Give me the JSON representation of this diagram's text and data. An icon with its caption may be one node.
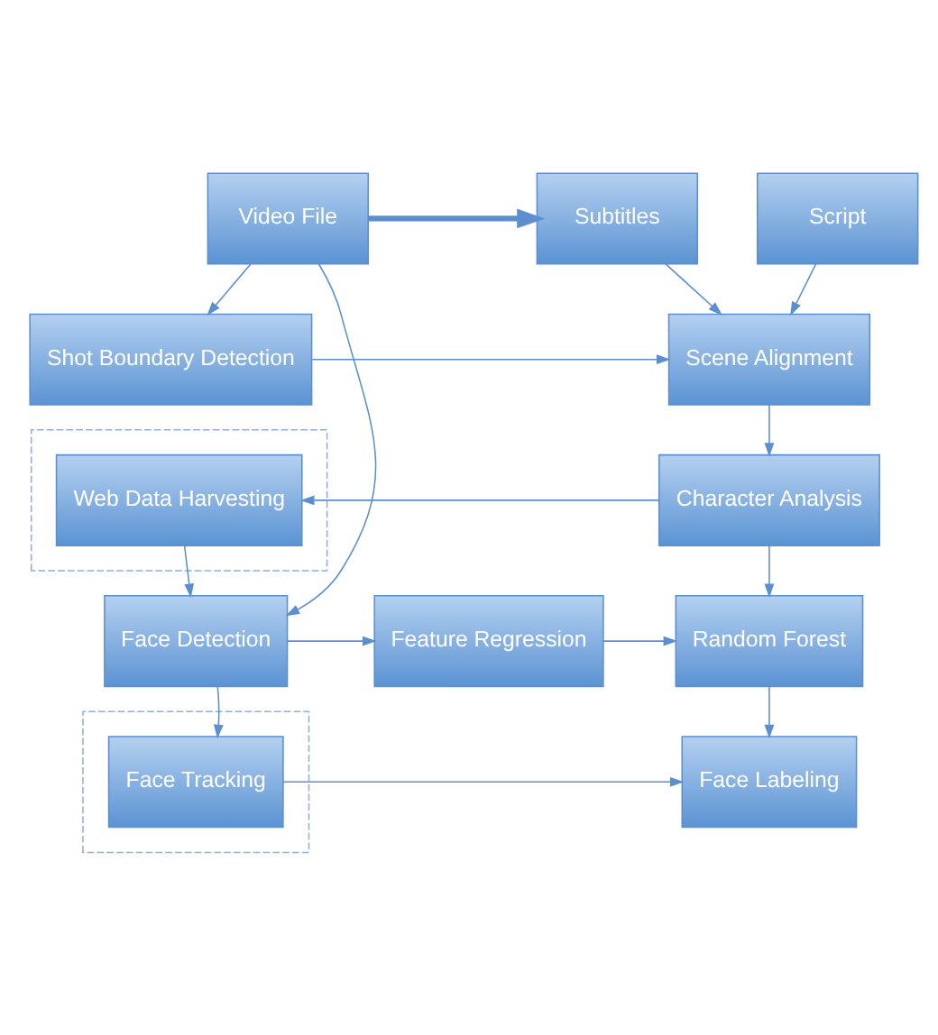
{
  "diagram": {
    "nodes": [
      {
        "text": [
          "Video File"
        ]
      },
      {
        "text": [
          "Subtitles"
        ]
      },
      {
        "text": [
          "Script"
        ]
      },
      {
        "text": [
          "Shot Boundary Detection"
        ]
      },
      {
        "text": [
          "Scene Alignment"
        ]
      },
      {
        "text": [],
        "shape": "box"
      },
      {
        "text": [
          "Web Data Harvesting"
        ],
        "in": 5
      },
      {
        "text": [
          "Character Analysis"
        ]
      },
      {
        "text": [
          "Face Detection"
        ]
      },
      {
        "text": [
          "Feature Regression"
        ]
      },
      {
        "text": [
          "Random Forest"
        ]
      },
      {
        "text": [],
        "shape": "box"
      },
      {
        "text": [
          "Face Tracking"
        ],
        "in": 11
      },
      {
        "text": [
          "Face Labeling"
        ]
      }
    ],
    "edges": [
      {
        "from": 0,
        "to": 1,
        "arrow": "to",
        "style": "thick"
      },
      {
        "from": 1,
        "to": 4,
        "arrow": "to"
      },
      {
        "from": 2,
        "to": 4,
        "arrow": "to"
      },
      {
        "from": 0,
        "to": 3,
        "arrow": "to"
      },
      {
        "from": 3,
        "to": 4,
        "arrow": "to"
      },
      {
        "from": 4,
        "to": 7,
        "arrow": "to"
      },
      {
        "from": 7,
        "to": 6,
        "arrow": "to"
      },
      {
        "from": 6,
        "to": 8,
        "arrow": "to"
      },
      {
        "from": 0,
        "to": 8,
        "arrow": "to"
      },
      {
        "from": 7,
        "to": 10,
        "arrow": "to"
      },
      {
        "from": 8,
        "to": 9,
        "arrow": "to"
      },
      {
        "from": 9,
        "to": 10,
        "arrow": "to"
      },
      {
        "from": 8,
        "to": 12,
        "arrow": "to"
      },
      {
        "from": 12,
        "to": 13,
        "arrow": "to"
      },
      {
        "from": 10,
        "to": 13,
        "arrow": "to"
      }
    ]
  }
}
